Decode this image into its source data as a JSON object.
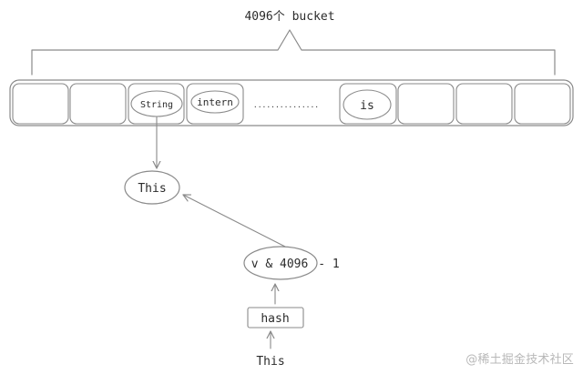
{
  "title": "4096个 bucket",
  "buckets": {
    "slots": [
      "",
      "",
      "String",
      "intern",
      "",
      "is",
      "",
      "",
      ""
    ],
    "dots": "..............."
  },
  "nodes": {
    "this_top": "This",
    "expression_left": "v & 4096",
    "expression_right": "- 1",
    "hash": "hash",
    "this_bottom": "This"
  },
  "watermark": "@稀土掘金技术社区"
}
